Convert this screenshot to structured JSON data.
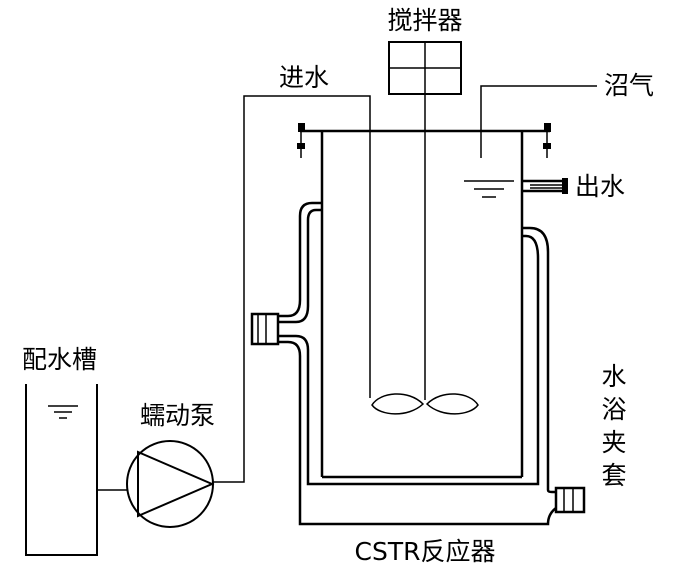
{
  "labels": {
    "stirrer": "搅拌器",
    "inlet": "进水",
    "biogas": "沼气",
    "outlet": "出水",
    "feed_tank": "配水槽",
    "pump": "蠕动泵",
    "water_bath_jacket": [
      "水",
      "浴",
      "夹",
      "套"
    ],
    "reactor": "CSTR反应器"
  },
  "icons": {
    "pump": "pump-triangle-icon",
    "water_level": "water-level-icon",
    "impeller": "impeller-icon",
    "motor": "motor-box-icon"
  }
}
